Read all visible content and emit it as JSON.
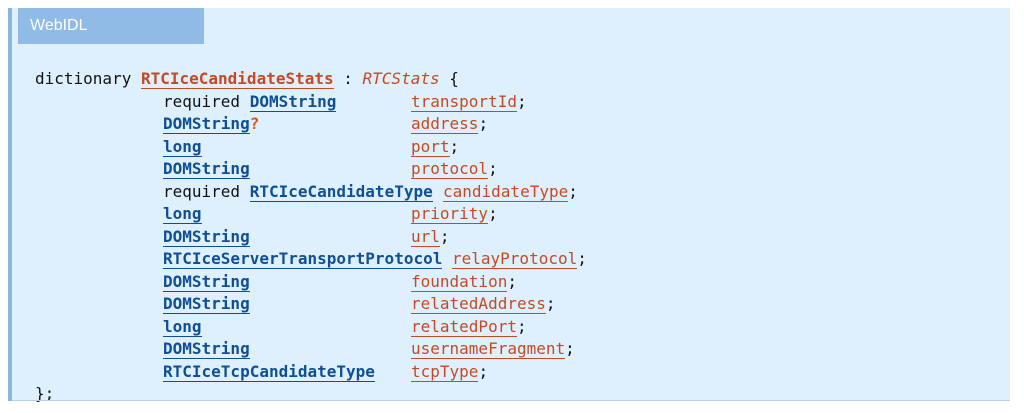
{
  "tab_label": "WebIDL",
  "header": {
    "keyword": "dictionary",
    "name": "RTCIceCandidateStats",
    "colon": " : ",
    "inherits": "RTCStats",
    "open": " {"
  },
  "members": [
    {
      "prefix": "required ",
      "type": "DOMString",
      "nullable": "",
      "name": "transportId"
    },
    {
      "prefix": "",
      "type": "DOMString",
      "nullable": "?",
      "name": "address"
    },
    {
      "prefix": "",
      "type": "long",
      "nullable": "",
      "name": "port"
    },
    {
      "prefix": "",
      "type": "DOMString",
      "nullable": "",
      "name": "protocol"
    },
    {
      "prefix": "required ",
      "type": "RTCIceCandidateType",
      "nullable": "",
      "name": "candidateType"
    },
    {
      "prefix": "",
      "type": "long",
      "nullable": "",
      "name": "priority"
    },
    {
      "prefix": "",
      "type": "DOMString",
      "nullable": "",
      "name": "url"
    },
    {
      "prefix": "",
      "type": "RTCIceServerTransportProtocol",
      "nullable": "",
      "name": "relayProtocol"
    },
    {
      "prefix": "",
      "type": "DOMString",
      "nullable": "",
      "name": "foundation"
    },
    {
      "prefix": "",
      "type": "DOMString",
      "nullable": "",
      "name": "relatedAddress"
    },
    {
      "prefix": "",
      "type": "long",
      "nullable": "",
      "name": "relatedPort"
    },
    {
      "prefix": "",
      "type": "DOMString",
      "nullable": "",
      "name": "usernameFragment"
    },
    {
      "prefix": "",
      "type": "RTCIceTcpCandidateType",
      "nullable": "",
      "name": "tcpType"
    }
  ],
  "terminator": ";",
  "close": "};",
  "colors": {
    "block_bg": "#def0fd",
    "tab_bg": "#8fbbe6",
    "type_link": "#0f4f93",
    "member_link": "#c44a24",
    "nullable_mark": "#d5561a"
  }
}
